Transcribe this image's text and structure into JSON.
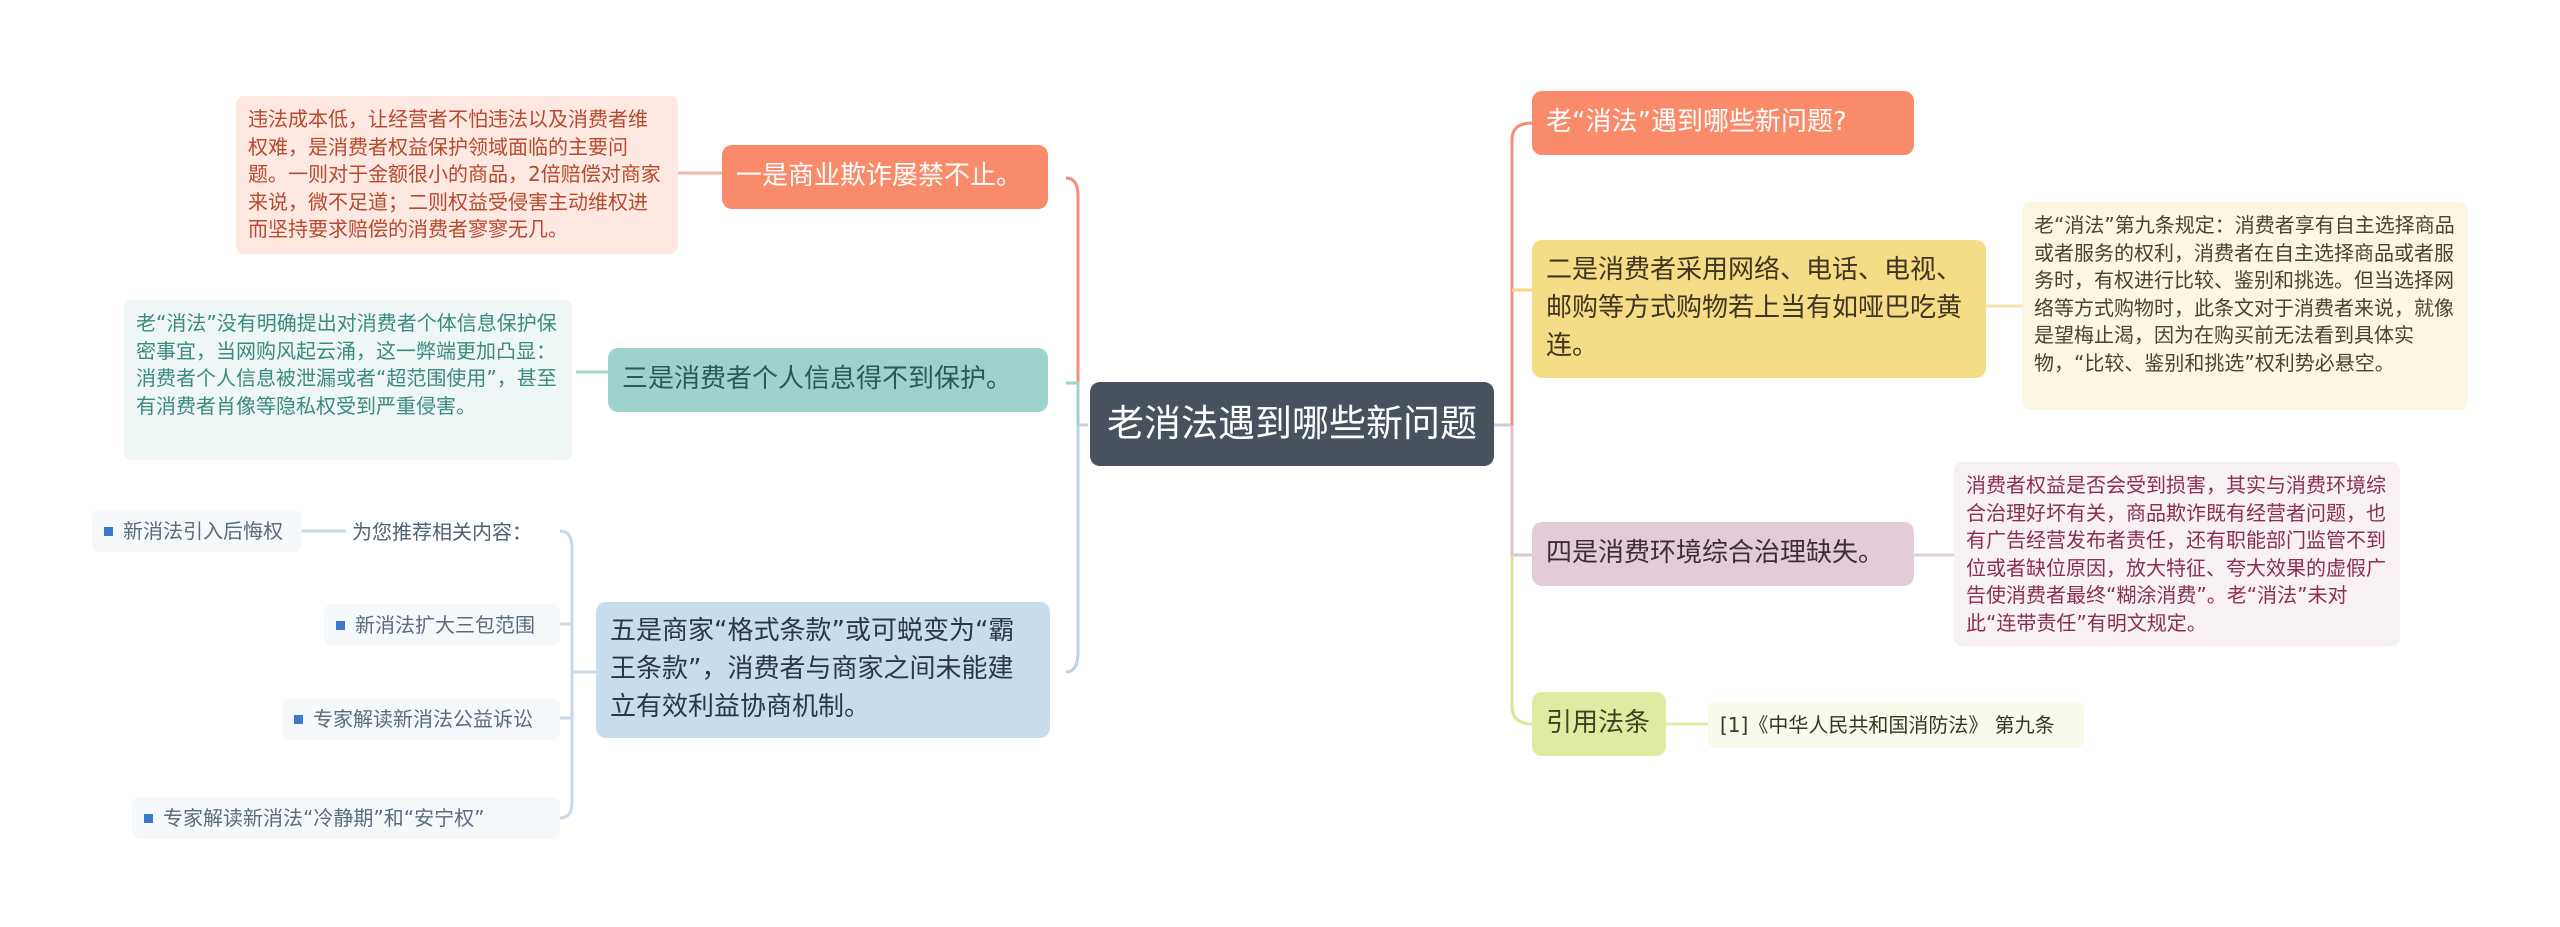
{
  "center": {
    "title": "老消法遇到哪些新问题"
  },
  "left": {
    "b1": {
      "label": "一是商业欺诈屡禁不止。",
      "detail": "违法成本低，让经营者不怕违法以及消费者维权难，是消费者权益保护领域面临的主要问题。一则对于金额很小的商品，2倍赔偿对商家来说，微不足道；二则权益受侵害主动维权进而坚持要求赔偿的消费者寥寥无几。"
    },
    "b3": {
      "label": "三是消费者个人信息得不到保护。",
      "detail": "老“消法”没有明确提出对消费者个体信息保护保密事宜，当网购风起云涌，这一弊端更加凸显：消费者个人信息被泄漏或者“超范围使用”，甚至有消费者肖像等隐私权受到严重侵害。"
    },
    "b5": {
      "label": "五是商家“格式条款”或可蜕变为“霸王条款”，消费者与商家之间未能建立有效利益协商机制。",
      "recommend_label": "为您推荐相关内容：",
      "links": [
        "新消法引入后悔权",
        "新消法扩大三包范围",
        "专家解读新消法公益诉讼",
        "专家解读新消法“冷静期”和“安宁权”"
      ]
    }
  },
  "right": {
    "r1": {
      "label": "老“消法”遇到哪些新问题?"
    },
    "r2": {
      "label": "二是消费者采用网络、电话、电视、邮购等方式购物若上当有如哑巴吃黄连。",
      "detail": "老“消法”第九条规定：消费者享有自主选择商品或者服务的权利，消费者在自主选择商品或者服务时，有权进行比较、鉴别和挑选。但当选择网络等方式购物时，此条文对于消费者来说，就像是望梅止渴，因为在购买前无法看到具体实物，“比较、鉴别和挑选”权利势必悬空。"
    },
    "r4": {
      "label": "四是消费环境综合治理缺失。",
      "detail": "消费者权益是否会受到损害，其实与消费环境综合治理好坏有关，商品欺诈既有经营者问题，也有广告经营发布者责任，还有职能部门监管不到位或者缺位原因，放大特征、夸大效果的虚假广告使消费者最终“糊涂消费”。老“消法”未对此“连带责任”有明文规定。"
    },
    "r5": {
      "label": "引用法条",
      "detail": "[1]《中华人民共和国消防法》 第九条"
    }
  },
  "colors": {
    "center": "#47525e",
    "b1": "#f98b6b",
    "b1_detail": "#fde8e2",
    "b3": "#9dd3cc",
    "b3_detail": "#eef7f5",
    "b5": "#c9dcec",
    "r1": "#f98b6b",
    "r2": "#f5dc86",
    "r2_detail": "#fcf6e4",
    "r4": "#e2ccd8",
    "r4_detail": "#f8f1f4",
    "r5": "#dfeba0",
    "r5_detail": "#f8faec"
  }
}
